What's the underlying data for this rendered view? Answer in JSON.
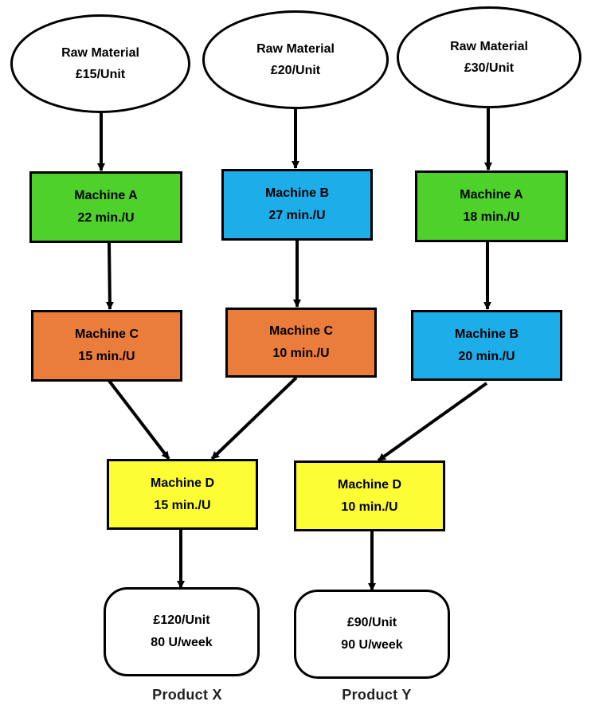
{
  "colors": {
    "green": "#4fd12b",
    "blue": "#1daeea",
    "orange": "#ea7d3c",
    "yellow": "#fdfd36",
    "stroke": "#000000"
  },
  "raw_materials": [
    {
      "label": "Raw Material",
      "cost": "£15/Unit"
    },
    {
      "label": "Raw Material",
      "cost": "£20/Unit"
    },
    {
      "label": "Raw Material",
      "cost": "£30/Unit"
    }
  ],
  "machines_level1": [
    {
      "name": "Machine A",
      "time": "22 min./U",
      "color": "green"
    },
    {
      "name": "Machine B",
      "time": "27 min./U",
      "color": "blue"
    },
    {
      "name": "Machine A",
      "time": "18 min./U",
      "color": "green"
    }
  ],
  "machines_level2": [
    {
      "name": "Machine C",
      "time": "15 min./U",
      "color": "orange"
    },
    {
      "name": "Machine C",
      "time": "10 min./U",
      "color": "orange"
    },
    {
      "name": "Machine B",
      "time": "20 min./U",
      "color": "blue"
    }
  ],
  "machines_level3": [
    {
      "name": "Machine D",
      "time": "15 min./U",
      "color": "yellow"
    },
    {
      "name": "Machine D",
      "time": "10 min./U",
      "color": "yellow"
    }
  ],
  "products": [
    {
      "price": "£120/Unit",
      "demand": "80 U/week",
      "label": "Product X"
    },
    {
      "price": "£90/Unit",
      "demand": "90 U/week",
      "label": "Product Y"
    }
  ]
}
